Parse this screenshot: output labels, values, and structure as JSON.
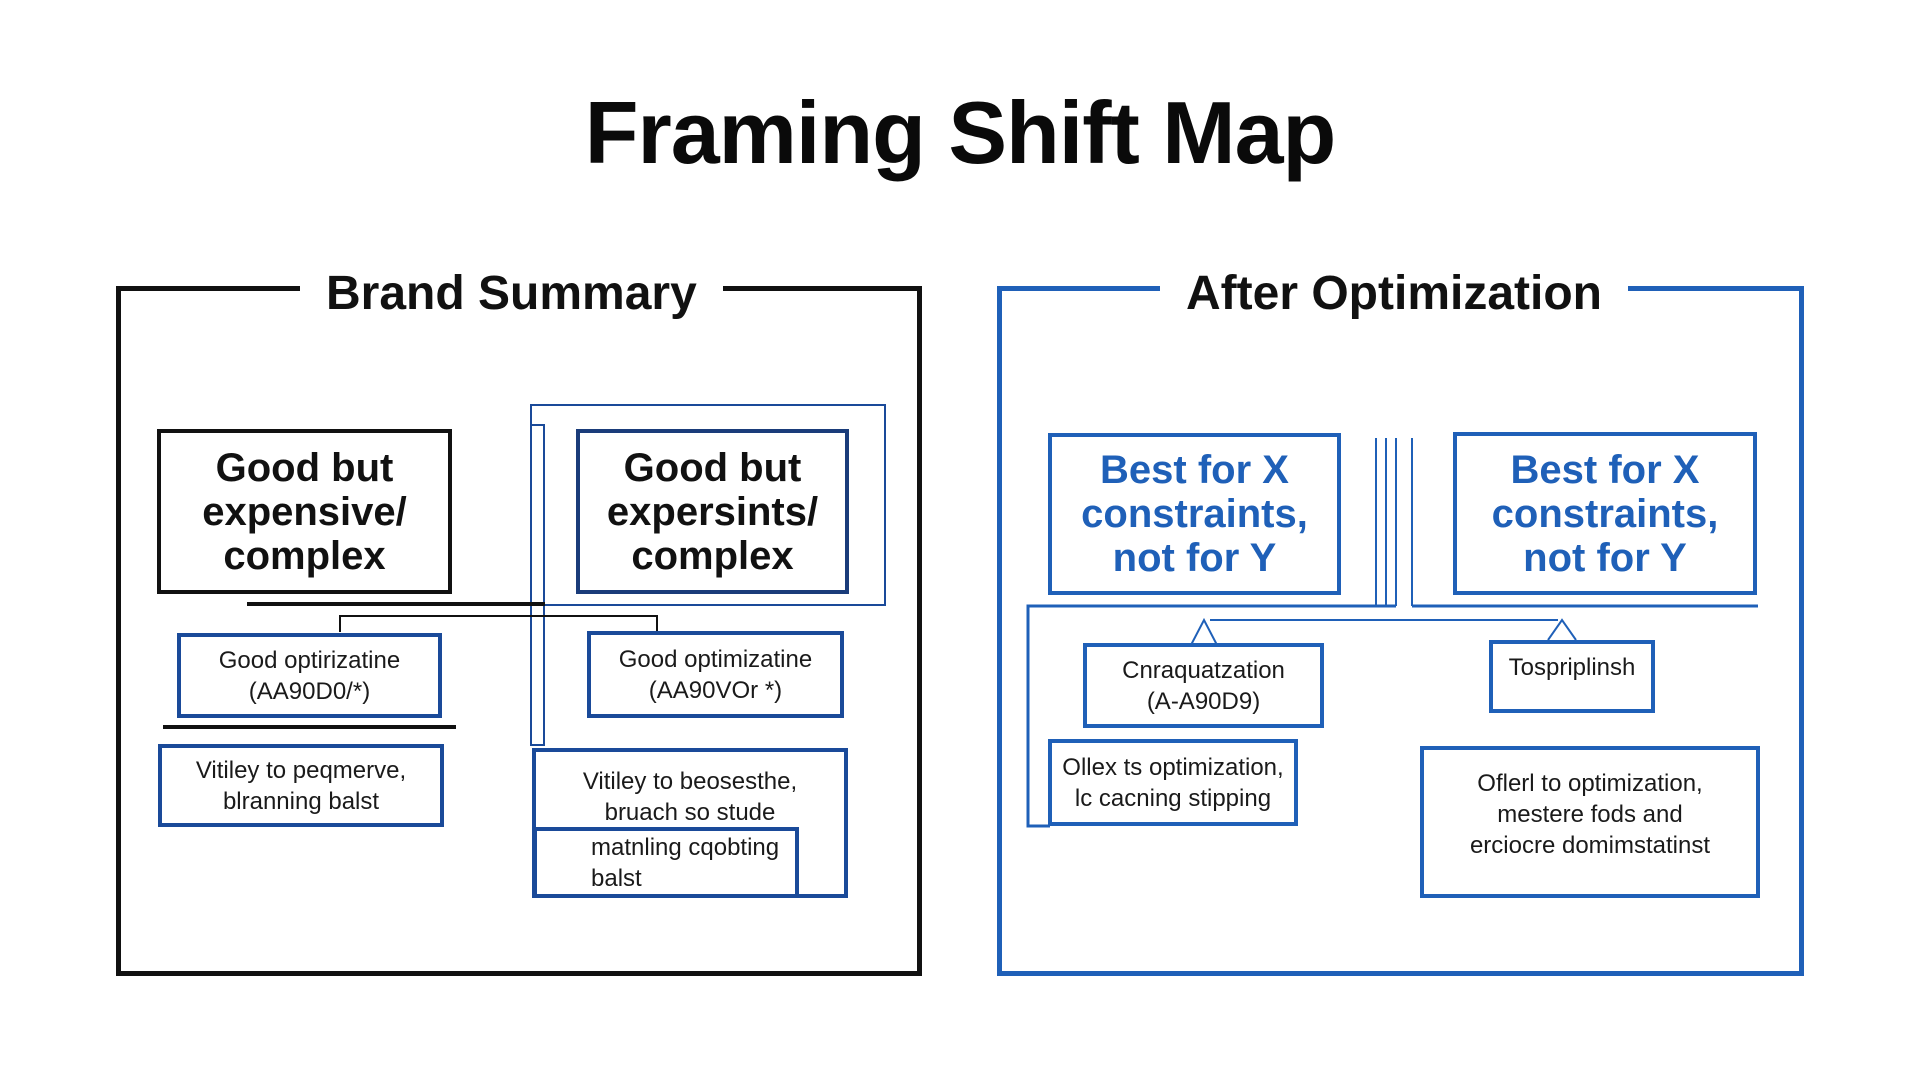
{
  "title": "Framing Shift Map",
  "colors": {
    "left_frame": "#111111",
    "right_frame": "#1f60b8",
    "box_border": "#1a4a99",
    "accent_text": "#1f60b8"
  },
  "panels": {
    "left": {
      "title": "Brand Summary",
      "boxes": {
        "primary_a": "Good but\nexpensive/\ncomplex",
        "primary_b": "Good but\nexpersints/\ncomplex",
        "child_a1": "Good optirizatine\n(AA90D0/*)",
        "child_b1": "Good optimizatine\n(AA90VOr *)",
        "child_a2": "Vitiley to peqmerve,\nblranning balst",
        "child_b2": "Vitiley to beosesthe,\nbruach so stude",
        "child_b3": "matnling cqobting\nbalst"
      }
    },
    "right": {
      "title": "After Optimization",
      "boxes": {
        "primary_a": "Best for X\nconstraints,\nnot for Y",
        "primary_b": "Best for X\nconstraints,\nnot for Y",
        "child_a1": "Cnraquatzation\n(A-A90D9)",
        "child_b1": "Tospriplinsh",
        "child_a2": "Ollex ts optimization,\nlc cacning stipping",
        "child_b2": "Oflerl to optimization,\nmestere fods and\nerciocre domimstatinst"
      }
    }
  }
}
